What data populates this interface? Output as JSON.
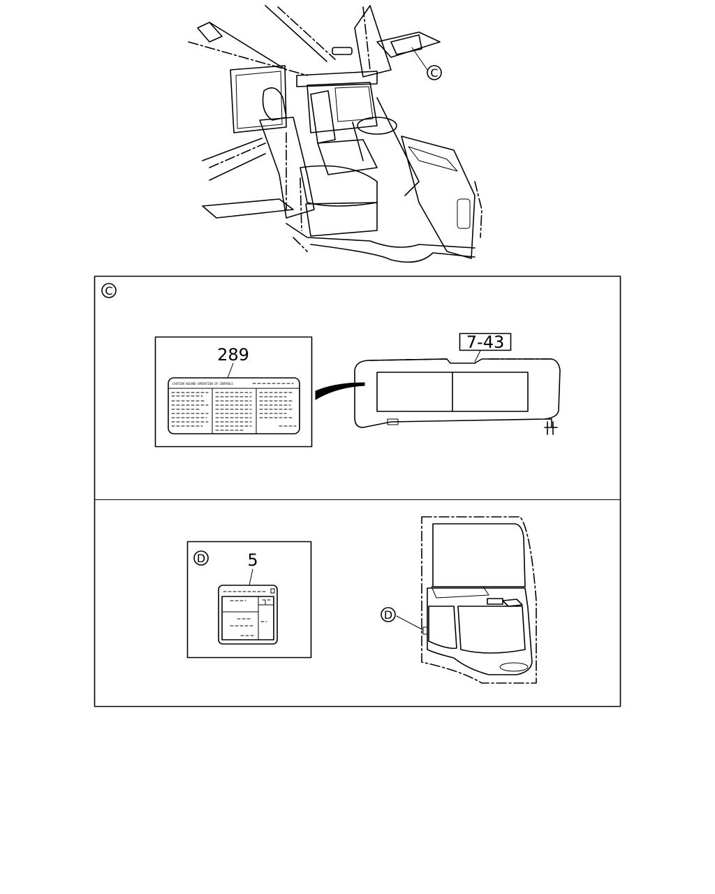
{
  "diagram": {
    "callouts": {
      "c_top": "C",
      "c_panel": "C",
      "d_panel": "D",
      "d_door": "D"
    },
    "labels": {
      "label_289": "289",
      "label_5": "5",
      "ref_7_43": "7-43"
    },
    "label_289_header": "CAUTION REGARD OPERATION OF CONTROLS"
  }
}
